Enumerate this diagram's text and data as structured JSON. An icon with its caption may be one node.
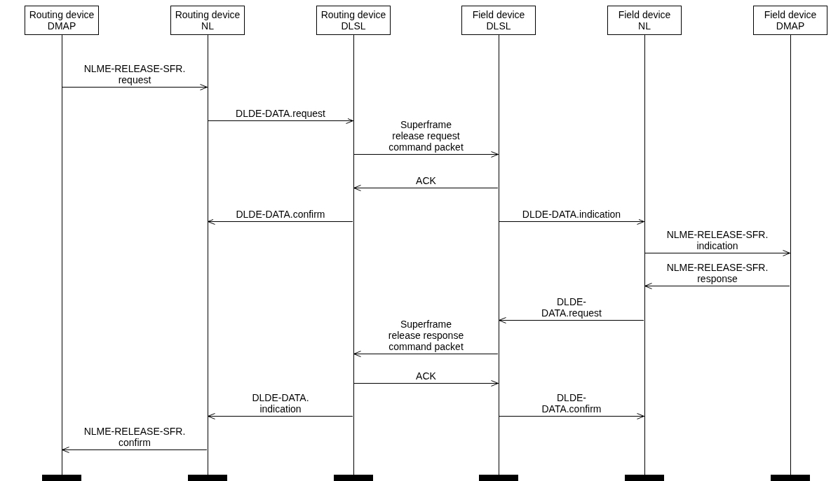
{
  "diagram": {
    "nodes": [
      {
        "text": [
          "Routing device",
          "DMAP"
        ]
      },
      {
        "text": [
          "Routing device",
          "NL"
        ]
      },
      {
        "text": [
          "Routing device",
          "DLSL"
        ]
      },
      {
        "text": [
          "Field device",
          "DLSL"
        ]
      },
      {
        "text": [
          "Field device",
          "NL"
        ]
      },
      {
        "text": [
          "Field device",
          "DMAP"
        ]
      },
      {
        "text": [],
        "shape": "line"
      },
      {
        "text": [],
        "shape": "line"
      },
      {
        "text": [],
        "shape": "line"
      },
      {
        "text": [],
        "shape": "line"
      },
      {
        "text": [],
        "shape": "line"
      },
      {
        "text": [],
        "shape": "line"
      }
    ],
    "edges": [
      {
        "from": 6,
        "to": 7,
        "arrow": "to",
        "label": "NLME-RELEASE-SFR. request"
      },
      {
        "from": 7,
        "to": 8,
        "arrow": "to",
        "label": "DLDE-DATA.request"
      },
      {
        "from": 8,
        "to": 9,
        "arrow": "to",
        "label": "Superframe release request command packet"
      },
      {
        "from": 9,
        "to": 8,
        "arrow": "to",
        "label": "ACK"
      },
      {
        "from": 8,
        "to": 7,
        "arrow": "to",
        "label": "DLDE-DATA.confirm"
      },
      {
        "from": 9,
        "to": 10,
        "arrow": "to",
        "label": "DLDE-DATA.indication"
      },
      {
        "from": 10,
        "to": 11,
        "arrow": "to",
        "label": "NLME-RELEASE-SFR. indication"
      },
      {
        "from": 11,
        "to": 10,
        "arrow": "to",
        "label": "NLME-RELEASE-SFR. response"
      },
      {
        "from": 10,
        "to": 9,
        "arrow": "to",
        "label": "DLDE-DATA.request"
      },
      {
        "from": 9,
        "to": 8,
        "arrow": "to",
        "label": "Superframe release response command packet"
      },
      {
        "from": 8,
        "to": 9,
        "arrow": "to",
        "label": "ACK"
      },
      {
        "from": 8,
        "to": 7,
        "arrow": "to",
        "label": "DLDE-DATA. indication"
      },
      {
        "from": 9,
        "to": 10,
        "arrow": "to",
        "label": "DLDE-DATA.confirm"
      },
      {
        "from": 7,
        "to": 6,
        "arrow": "to",
        "label": "NLME-RELEASE-SFR. confirm"
      }
    ]
  }
}
